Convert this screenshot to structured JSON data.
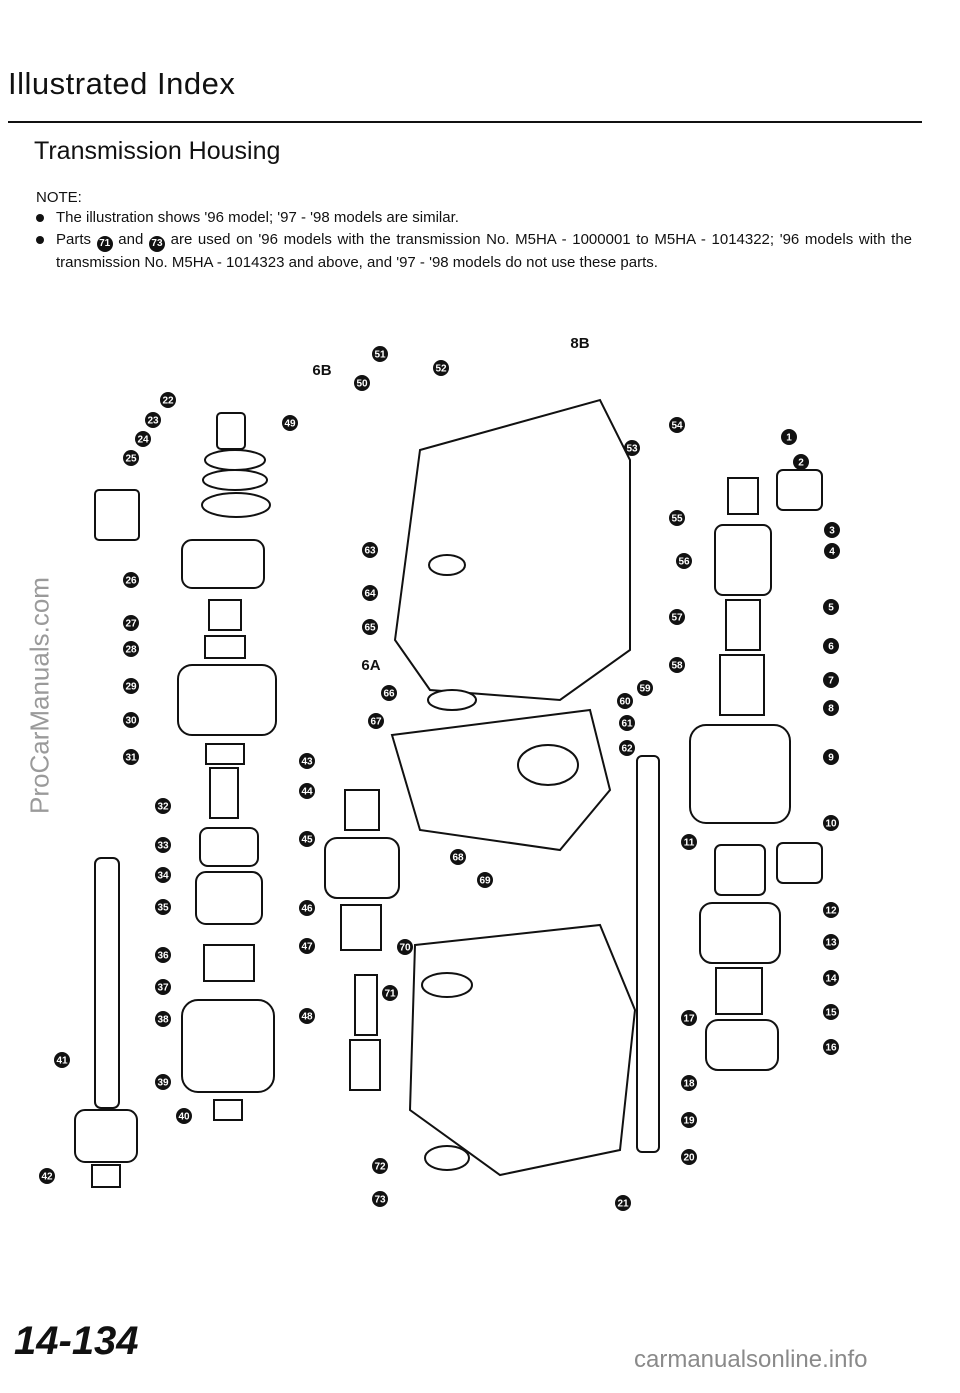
{
  "page": {
    "title": "Illustrated Index",
    "section": "Transmission Housing",
    "note_label": "NOTE:",
    "note_1": "The illustration shows '96 model; '97 - '98 models are similar.",
    "note_2_pre": "Parts",
    "note_2_part_a": "71",
    "note_2_and": "and",
    "note_2_part_b": "73",
    "note_2_post": "are used on '96 models with the transmission No. M5HA - 1000001 to M5HA - 1014322; '96 models with the transmission No. M5HA - 1014323 and above, and '97 - '98 models do not use these parts.",
    "page_number": "14-134",
    "watermark": "ProCarManuals.com",
    "site_credit": "carmanualsonline.info"
  },
  "diagram": {
    "view_labels": [
      "6B",
      "8B",
      "6A"
    ],
    "callouts": [
      "1",
      "2",
      "3",
      "4",
      "5",
      "6",
      "7",
      "8",
      "9",
      "10",
      "11",
      "12",
      "13",
      "14",
      "15",
      "16",
      "17",
      "18",
      "19",
      "20",
      "21",
      "22",
      "23",
      "24",
      "25",
      "26",
      "27",
      "28",
      "29",
      "30",
      "31",
      "32",
      "33",
      "34",
      "35",
      "36",
      "37",
      "38",
      "39",
      "40",
      "41",
      "42",
      "43",
      "44",
      "45",
      "46",
      "47",
      "48",
      "49",
      "50",
      "51",
      "52",
      "53",
      "54",
      "55",
      "56",
      "57",
      "58",
      "59",
      "60",
      "61",
      "62",
      "63",
      "64",
      "65",
      "66",
      "67",
      "68",
      "69",
      "70",
      "71",
      "72",
      "73"
    ]
  }
}
